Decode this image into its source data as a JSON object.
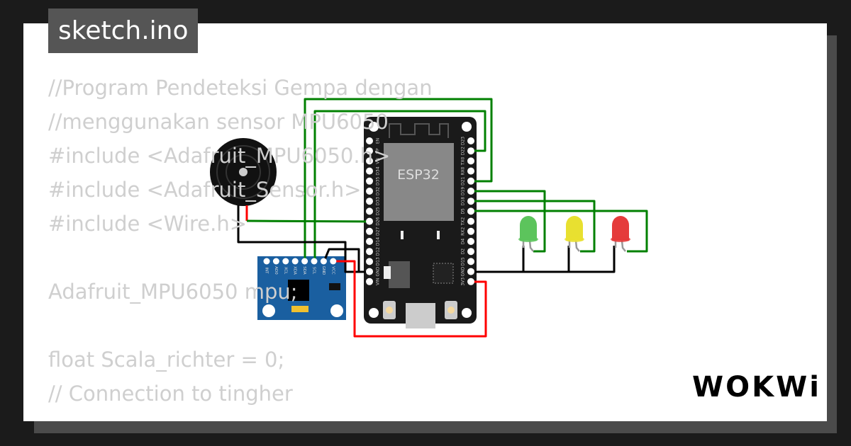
{
  "title": "sketch.ino",
  "code_lines": [
    "//Program Pendeteksi Gempa dengan",
    "//menggunakan sensor MPU6050",
    "#include <Adafruit_MPU6050.h>",
    "#include <Adafruit_Sensor.h>",
    "#include <Wire.h>",
    "",
    "Adafruit_MPU6050 mpu;",
    "",
    "float Scala_richter = 0;",
    "// Connection to tingher"
  ],
  "esp32": {
    "label": "ESP32",
    "left_pins": [
      "EN",
      "VP",
      "VN",
      "D34",
      "D35",
      "D32",
      "D33",
      "D25",
      "D26",
      "D27",
      "D14",
      "D12",
      "D13",
      "GND",
      "VIN"
    ],
    "right_pins": [
      "D23",
      "D22",
      "TX0",
      "RX0",
      "D21",
      "D19",
      "D18",
      "D5",
      "TX2",
      "RX2",
      "D4",
      "D2",
      "D15",
      "GND",
      "3V3"
    ]
  },
  "mpu6050": {
    "pins": [
      "INT",
      "AD0",
      "XCL",
      "XDA",
      "SDA",
      "SCL",
      "GND",
      "VCC"
    ]
  },
  "leds": [
    {
      "color": "green",
      "hex": "#5cc45c"
    },
    {
      "color": "yellow",
      "hex": "#e8e030"
    },
    {
      "color": "red",
      "hex": "#e53b3b"
    }
  ],
  "colors": {
    "wire_signal": "#008000",
    "wire_ground": "#000000",
    "wire_power": "#ff0000",
    "board": "#1a1a1a",
    "mpu_board": "#1a5fa0"
  },
  "logo": "WOKWi"
}
